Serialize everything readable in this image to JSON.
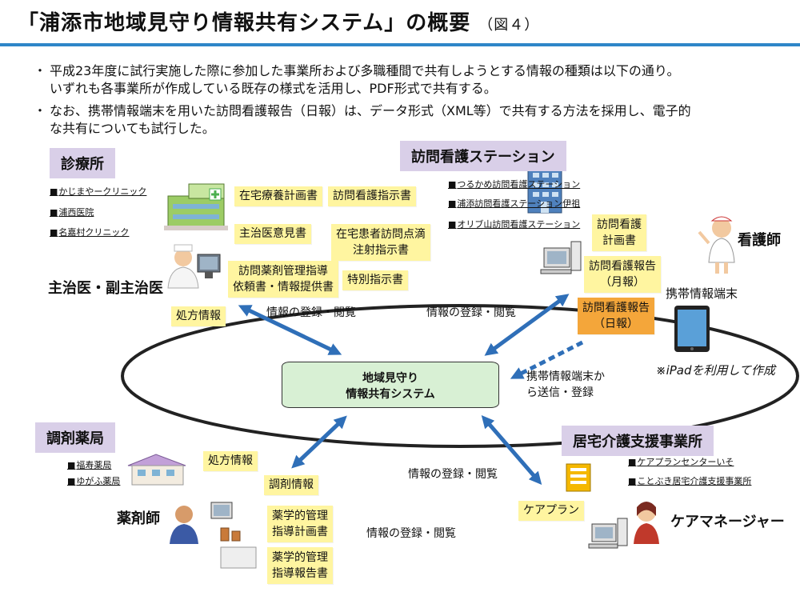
{
  "header": {
    "title": "「浦添市地域見守り情報共有システム」の概要",
    "figure": "（図４）"
  },
  "intro": {
    "bullet1_line1": "平成23年度に試行実施した際に参加した事業所および多職種間で共有しようとする情報の種類は以下の通り。",
    "bullet1_line2": "いずれも各事業所が作成している既存の様式を活用し、PDF形式で共有する。",
    "bullet2_line1": "なお、携帯情報端末を用いた訪問看護報告（日報）は、データ形式（XML等）で共有する方法を採用し、電子的",
    "bullet2_line2": "な共有についても試行した。",
    "bullet_mark": "・"
  },
  "central": {
    "line1": "地域見守り",
    "line2": "情報共有システム"
  },
  "clinic": {
    "category": "診療所",
    "orgs": [
      "かじまやークリニック",
      "浦西医院",
      "名嘉村クリニック"
    ],
    "role": "主治医・副主治医",
    "docs": [
      "在宅療養計画書",
      "訪問看護指示書",
      "主治医意見書",
      "在宅患者訪問点滴",
      "注射指示書",
      "訪問薬剤管理指導",
      "依頼書・情報提供書",
      "特別指示書",
      "処方情報"
    ],
    "link_label": "情報の登録・閲覧"
  },
  "nursing": {
    "category": "訪問看護ステーション",
    "orgs": [
      "つるかめ訪問看護ステーション",
      "浦添訪問看護ステーション伊祖",
      "オリブ山訪問看護ステーション"
    ],
    "role": "看護師",
    "docs": [
      "訪問看護",
      "計画書",
      "訪問看護報告",
      "（月報）",
      "訪問看護報告",
      "（日報）"
    ],
    "device": "携帯情報端末",
    "ipad_note": "※iPadを利用して作成",
    "mobile_send": "携帯情報端末か",
    "mobile_send2": "ら送信・登録",
    "link_label": "情報の登録・閲覧"
  },
  "pharmacy": {
    "category": "調剤薬局",
    "orgs": [
      "福寿薬局",
      "ゆがふ薬局"
    ],
    "role": "薬剤師",
    "docs": [
      "処方情報",
      "調剤情報",
      "薬学的管理",
      "指導計画書",
      "薬学的管理",
      "指導報告書"
    ],
    "link_label": "情報の登録・閲覧"
  },
  "care": {
    "category": "居宅介護支援事業所",
    "orgs": [
      "ケアプランセンターいそ",
      "ことぶき居宅介護支援事業所"
    ],
    "role": "ケアマネージャー",
    "docs": [
      "ケアプラン"
    ],
    "link_label": "情報の登録・閲覧"
  },
  "colors": {
    "accent_blue": "#2e86c8",
    "arrow_blue": "#2f6fb8",
    "category_bg": "#d9cfe8",
    "note_yellow": "#fff5a0",
    "note_orange": "#f4a63a",
    "central_fill": "#d8f0d4"
  }
}
